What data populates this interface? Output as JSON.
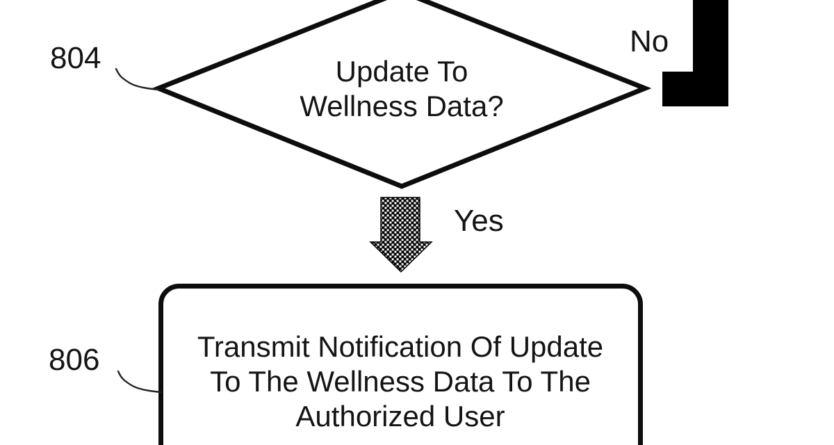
{
  "decision": {
    "ref": "804",
    "lines": [
      "Update To",
      "Wellness Data?"
    ]
  },
  "process": {
    "ref": "806",
    "lines": [
      "Transmit Notification Of Update",
      "To The Wellness Data To The",
      "Authorized User"
    ]
  },
  "branches": {
    "no_label": "No",
    "yes_label": "Yes"
  },
  "colors": {
    "ink": "#141414",
    "line": "#0d0d0d",
    "background": "#ffffff"
  }
}
